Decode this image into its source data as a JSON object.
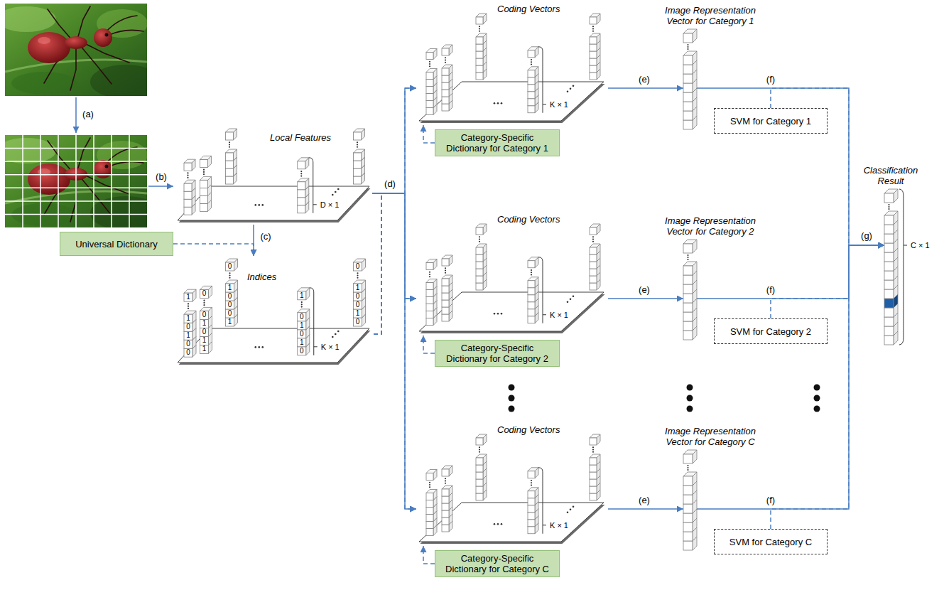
{
  "diagram": {
    "nodes": [
      {
        "text": [
          "Local Features"
        ]
      },
      {
        "text": [
          "Universal Dictionary"
        ]
      },
      {
        "text": [
          "Indices"
        ]
      },
      {
        "text": [
          "Coding Vectors"
        ]
      },
      {
        "text": [
          "Category-Specific Dictionary for Category 1"
        ]
      },
      {
        "text": [
          "Image Representation Vector for Category 1"
        ]
      },
      {
        "text": [
          "SVM for Category 1"
        ]
      },
      {
        "text": [
          "Coding Vectors"
        ]
      },
      {
        "text": [
          "Category-Specific Dictionary for Category 2"
        ]
      },
      {
        "text": [
          "Image Representation Vector for Category 2"
        ]
      },
      {
        "text": [
          "SVM for Category 2"
        ]
      },
      {
        "text": [
          "Coding Vectors"
        ]
      },
      {
        "text": [
          "Category-Specific Dictionary for Category C"
        ]
      },
      {
        "text": [
          "Image Representation Vector for Category C"
        ]
      },
      {
        "text": [
          "SVM for Category C"
        ]
      },
      {
        "text": [
          "Classification Result"
        ]
      }
    ],
    "edges": [
      {
        "from": 0,
        "to": 2,
        "label": "(c)",
        "arrow": "to"
      },
      {
        "from": 1,
        "to": 2,
        "arrow": "to"
      },
      {
        "from": 0,
        "to": 3,
        "label": "(d)",
        "arrow": "to"
      },
      {
        "from": 0,
        "to": 7,
        "arrow": "to"
      },
      {
        "from": 0,
        "to": 11,
        "arrow": "to"
      },
      {
        "from": 2,
        "to": 3,
        "arrow": "to"
      },
      {
        "from": 2,
        "to": 7,
        "arrow": "to"
      },
      {
        "from": 2,
        "to": 11,
        "arrow": "to"
      },
      {
        "from": 4,
        "to": 3,
        "arrow": "to"
      },
      {
        "from": 8,
        "to": 7,
        "arrow": "to"
      },
      {
        "from": 12,
        "to": 11,
        "arrow": "to"
      },
      {
        "from": 3,
        "to": 5,
        "label": "(e)",
        "arrow": "to"
      },
      {
        "from": 7,
        "to": 9,
        "label": "(e)",
        "arrow": "to"
      },
      {
        "from": 11,
        "to": 13,
        "label": "(e)",
        "arrow": "to"
      },
      {
        "from": 5,
        "to": 15,
        "label": "(f)",
        "arrow": "to"
      },
      {
        "from": 9,
        "to": 15,
        "label": "(f)",
        "arrow": "to"
      },
      {
        "from": 13,
        "to": 15,
        "label": "(f)",
        "arrow": "to"
      },
      {
        "from": 6,
        "to": 15,
        "arrow": "to"
      },
      {
        "from": 10,
        "to": 15,
        "arrow": "to"
      },
      {
        "from": 14,
        "to": 15,
        "arrow": "to"
      }
    ],
    "labels": [
      "(a)",
      "(b)",
      "D × 1",
      "1",
      "1",
      "0",
      "1",
      "0",
      "0",
      "0",
      "0",
      "1",
      "0",
      "1",
      "1",
      "0",
      "1",
      "0",
      "0",
      "0",
      "1",
      "1",
      "0",
      "1",
      "0",
      "1",
      "0",
      "0",
      "1",
      "0",
      "0",
      "1",
      "0",
      "K × 1",
      "K × 1",
      "K × 1",
      "K × 1",
      "(g)",
      "C × 1"
    ]
  }
}
